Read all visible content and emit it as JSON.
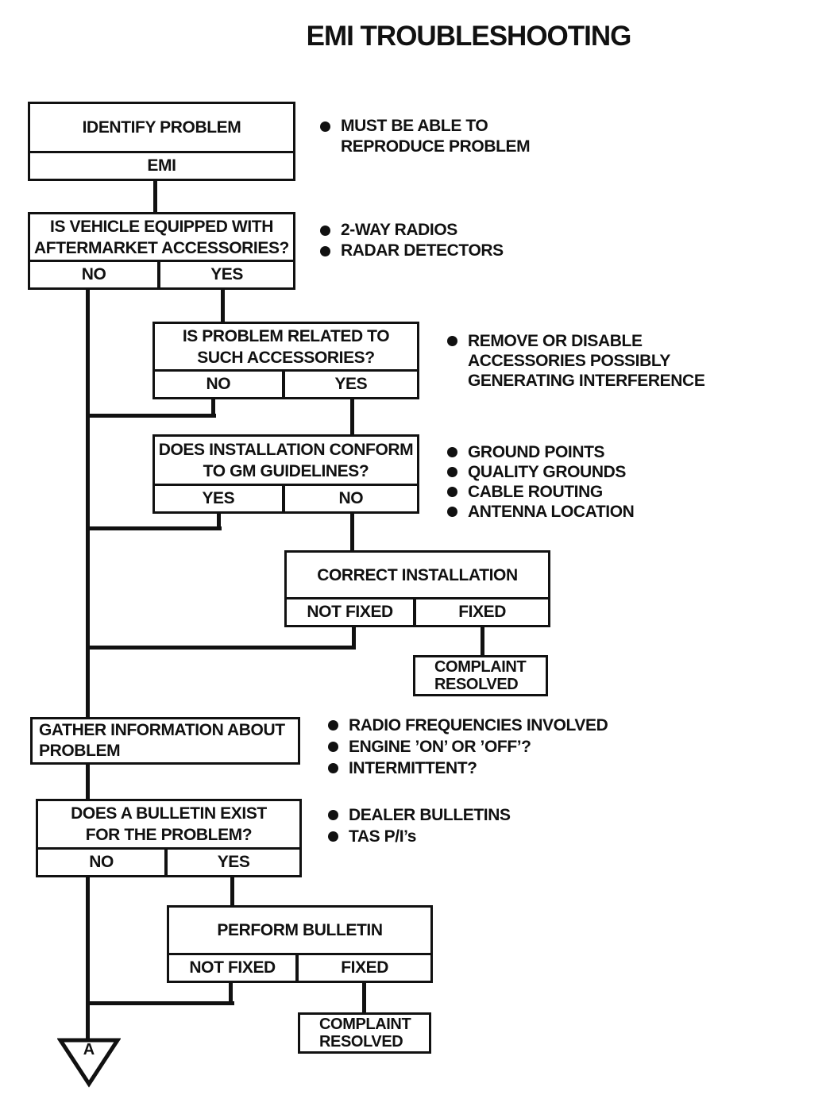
{
  "title": "EMI TROUBLESHOOTING",
  "connector_label": "A",
  "colors": {
    "ink": "#111111",
    "paper": "#ffffff"
  },
  "boxes": {
    "identify": {
      "title": "IDENTIFY PROBLEM",
      "sub": "EMI"
    },
    "vehicle": {
      "title1": "IS VEHICLE EQUIPPED WITH",
      "title2": "AFTERMARKET ACCESSORIES?",
      "left": "NO",
      "right": "YES"
    },
    "related": {
      "title1": "IS PROBLEM RELATED TO",
      "title2": "SUCH ACCESSORIES?",
      "left": "NO",
      "right": "YES"
    },
    "conform": {
      "title1": "DOES INSTALLATION CONFORM",
      "title2": "TO GM GUIDELINES?",
      "left": "YES",
      "right": "NO"
    },
    "correct": {
      "title": "CORRECT INSTALLATION",
      "left": "NOT FIXED",
      "right": "FIXED"
    },
    "resolved1": {
      "line1": "COMPLAINT",
      "line2": "RESOLVED"
    },
    "gather": {
      "line1": "GATHER INFORMATION ABOUT",
      "line2": "PROBLEM"
    },
    "bulletin": {
      "title1": "DOES A BULLETIN EXIST",
      "title2": "FOR THE PROBLEM?",
      "left": "NO",
      "right": "YES"
    },
    "perform": {
      "title": "PERFORM BULLETIN",
      "left": "NOT FIXED",
      "right": "FIXED"
    },
    "resolved2": {
      "line1": "COMPLAINT",
      "line2": "RESOLVED"
    }
  },
  "notes": {
    "identify": [
      {
        "dot": true,
        "text": "MUST BE ABLE TO"
      },
      {
        "dot": false,
        "text": "REPRODUCE PROBLEM"
      }
    ],
    "vehicle": [
      {
        "dot": true,
        "text": "2-WAY RADIOS"
      },
      {
        "dot": true,
        "text": "RADAR DETECTORS"
      }
    ],
    "related": [
      {
        "dot": true,
        "text": "REMOVE OR DISABLE"
      },
      {
        "dot": false,
        "text": "ACCESSORIES POSSIBLY"
      },
      {
        "dot": false,
        "text": "GENERATING INTERFERENCE"
      }
    ],
    "conform": [
      {
        "dot": true,
        "text": "GROUND POINTS"
      },
      {
        "dot": true,
        "text": "QUALITY GROUNDS"
      },
      {
        "dot": true,
        "text": "CABLE ROUTING"
      },
      {
        "dot": true,
        "text": "ANTENNA LOCATION"
      }
    ],
    "gather": [
      {
        "dot": true,
        "text": "RADIO FREQUENCIES INVOLVED"
      },
      {
        "dot": true,
        "text": "ENGINE ’ON’ OR ’OFF’?"
      },
      {
        "dot": true,
        "text": "INTERMITTENT?"
      }
    ],
    "bulletin": [
      {
        "dot": true,
        "text": "DEALER BULLETINS"
      },
      {
        "dot": true,
        "text": "TAS P/I’s"
      }
    ]
  }
}
